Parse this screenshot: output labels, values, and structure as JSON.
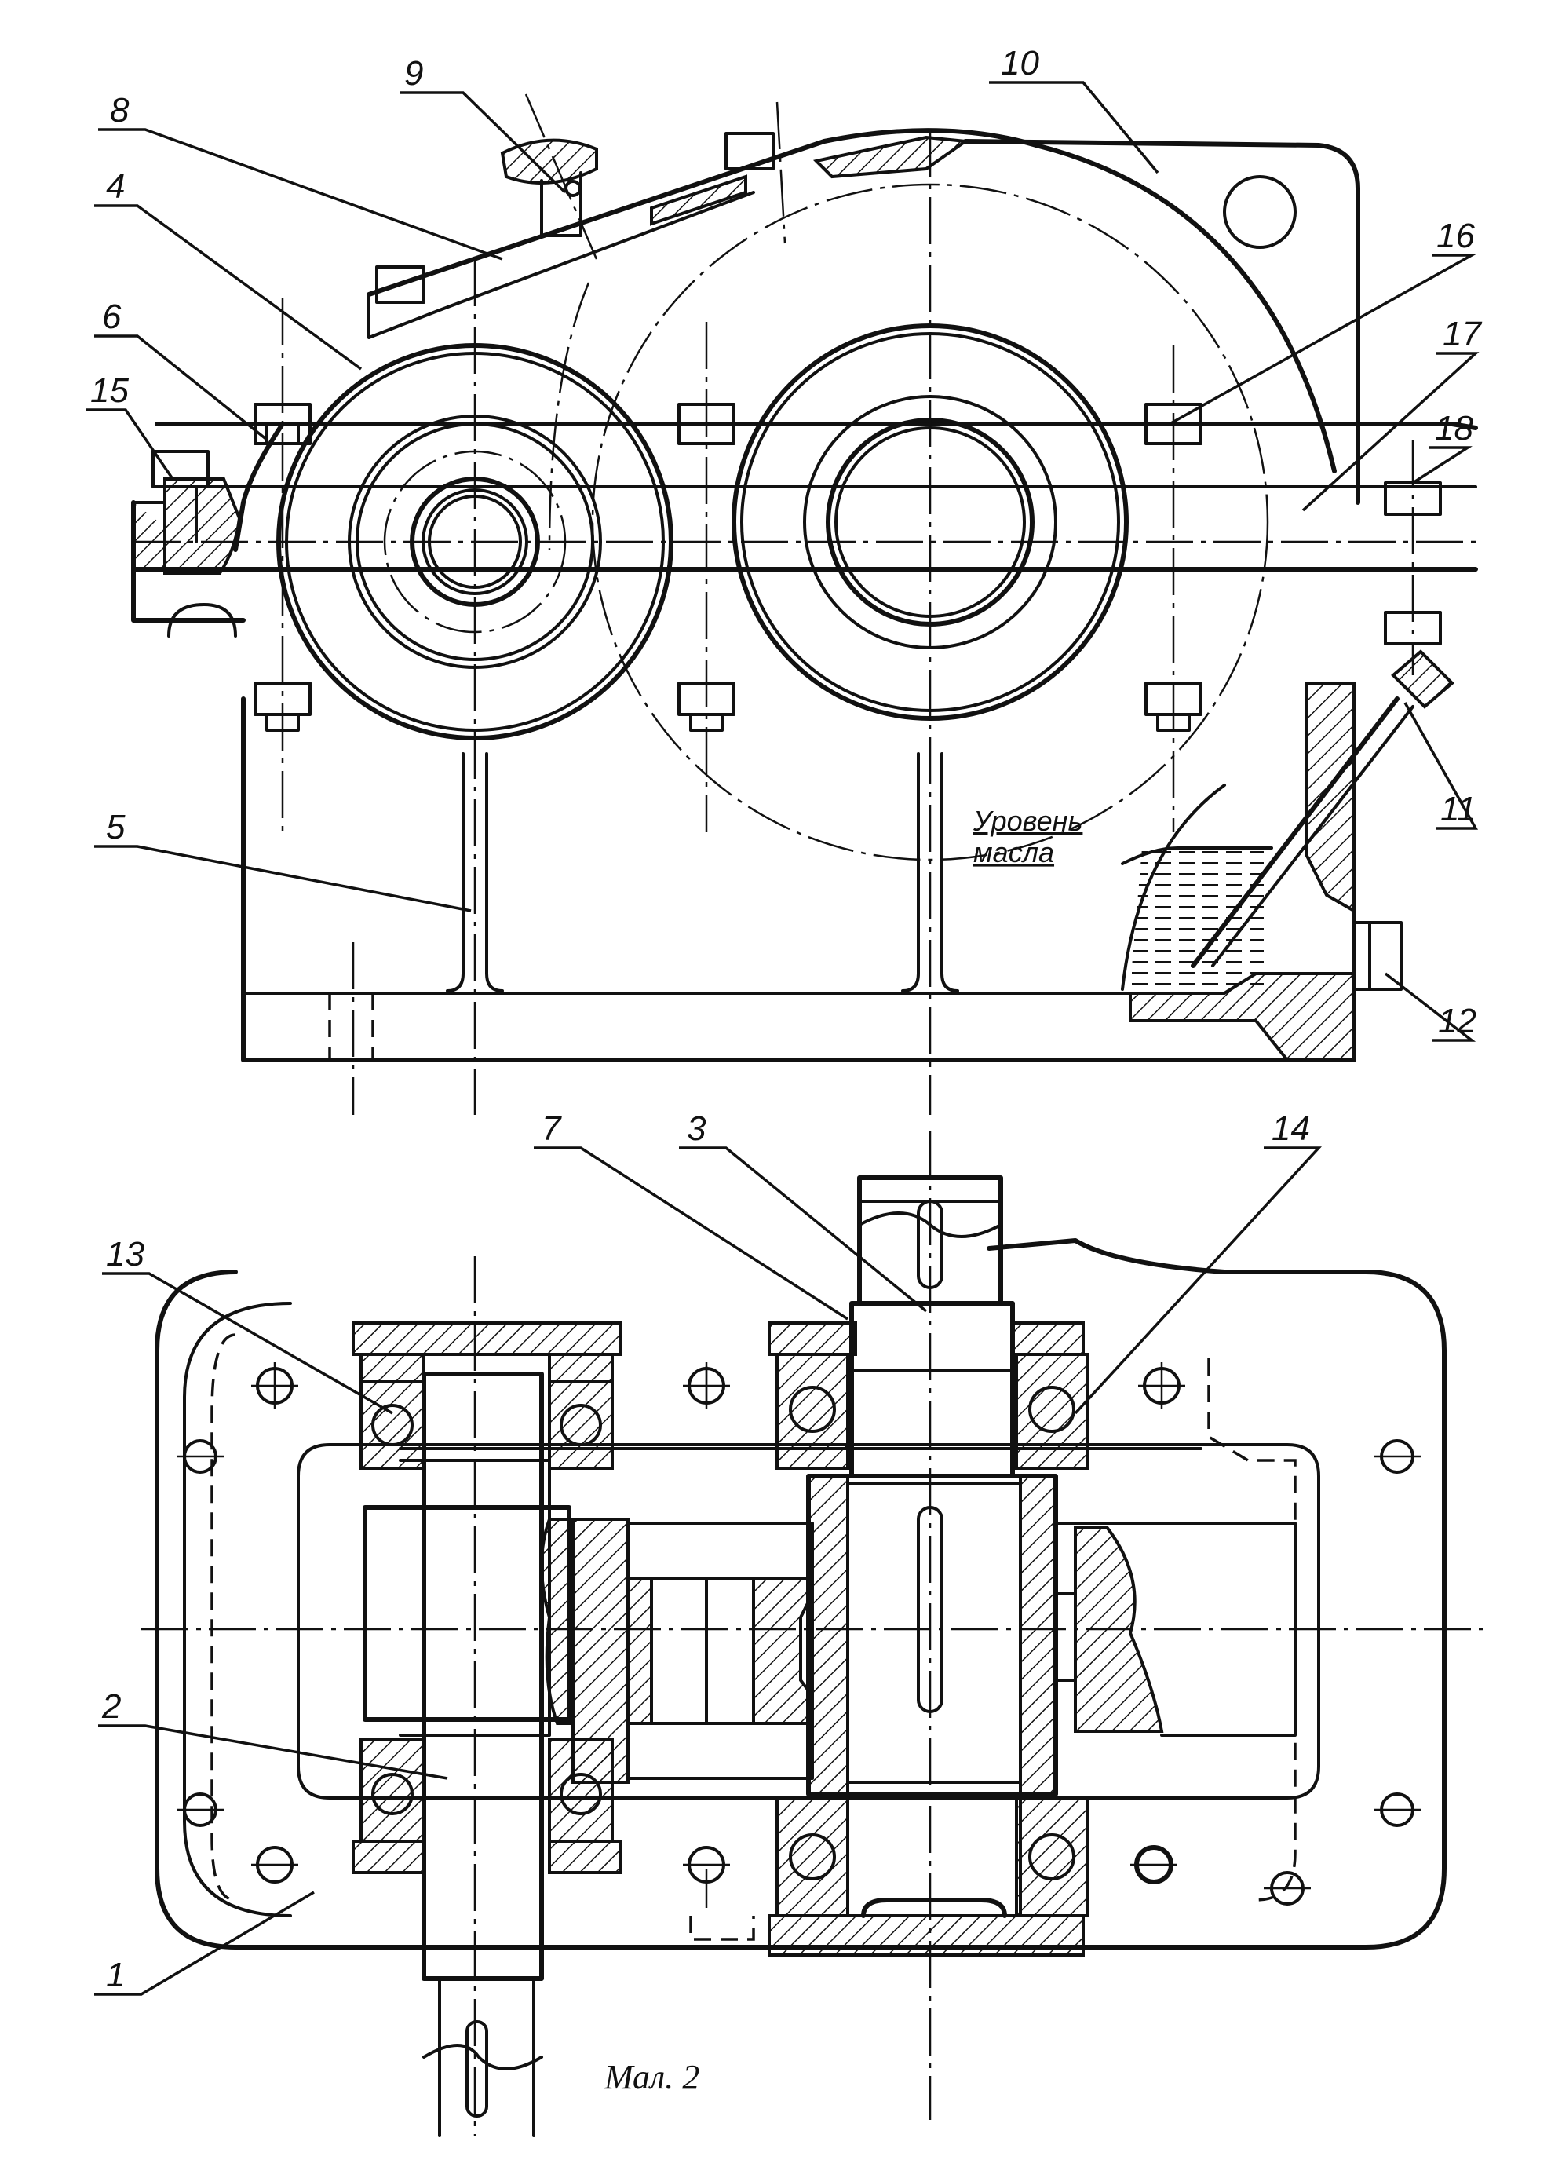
{
  "upper_view": {
    "labels": {
      "l9": "9",
      "l10": "10",
      "l8": "8",
      "l4": "4",
      "l16": "16",
      "l6": "6",
      "l17": "17",
      "l15": "15",
      "l18": "18",
      "l5": "5",
      "l11": "11",
      "l12": "12"
    },
    "oil_level_line1": "Уровень",
    "oil_level_line2": "масла"
  },
  "lower_view": {
    "labels": {
      "l7": "7",
      "l3": "3",
      "l14": "14",
      "l13": "13",
      "l2": "2",
      "l1": "1"
    }
  },
  "caption": "Мал. 2",
  "icons": {
    "hatching": "section-hatch",
    "bolt": "hex-bolt-icon",
    "bearing": "ball-bearing-icon"
  },
  "colors": {
    "ink": "#111111",
    "paper": "#ffffff"
  }
}
